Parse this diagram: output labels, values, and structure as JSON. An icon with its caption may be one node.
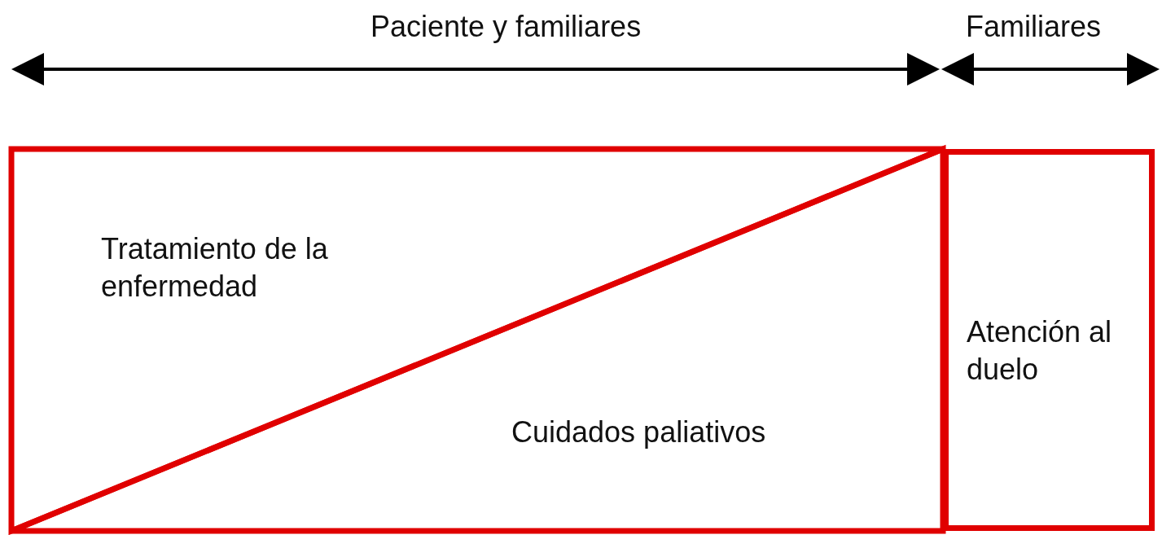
{
  "diagram": {
    "nodes": [
      {
        "text": [
          "Tratamiento de la enfermedad"
        ]
      },
      {
        "text": [
          "Cuidados paliativos"
        ]
      },
      {
        "text": [
          "Atención al duelo"
        ]
      }
    ],
    "labels": [
      "Paciente y familiares",
      "Familiares"
    ]
  }
}
